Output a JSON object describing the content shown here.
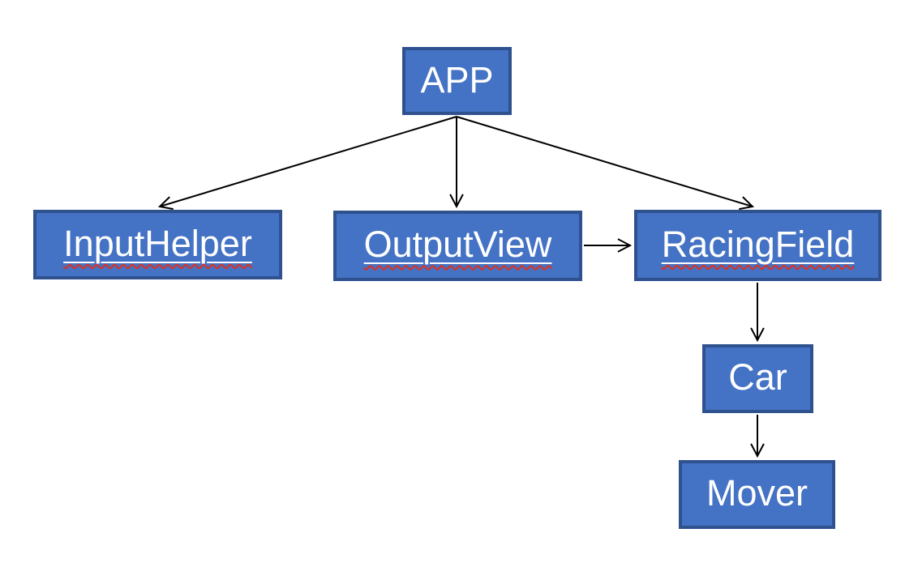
{
  "diagram": {
    "nodes": [
      {
        "id": "app",
        "label": "APP",
        "underlined": false,
        "spellcheck_squiggle": false
      },
      {
        "id": "inputhelper",
        "label": "InputHelper",
        "underlined": true,
        "spellcheck_squiggle": true
      },
      {
        "id": "outputview",
        "label": "OutputView",
        "underlined": true,
        "spellcheck_squiggle": true
      },
      {
        "id": "racingfield",
        "label": "RacingField",
        "underlined": true,
        "spellcheck_squiggle": true
      },
      {
        "id": "car",
        "label": "Car",
        "underlined": false,
        "spellcheck_squiggle": false
      },
      {
        "id": "mover",
        "label": "Mover",
        "underlined": false,
        "spellcheck_squiggle": false
      }
    ],
    "edges": [
      {
        "from": "app",
        "to": "inputhelper"
      },
      {
        "from": "app",
        "to": "outputview"
      },
      {
        "from": "app",
        "to": "racingfield"
      },
      {
        "from": "outputview",
        "to": "racingfield"
      },
      {
        "from": "racingfield",
        "to": "car"
      },
      {
        "from": "car",
        "to": "mover"
      }
    ],
    "colors": {
      "node_fill": "#4472C4",
      "node_border": "#2F528F",
      "node_text": "#FFFFFF",
      "arrow": "#000000",
      "spellcheck_squiggle": "#E0301E",
      "background": "#FFFFFF"
    }
  }
}
